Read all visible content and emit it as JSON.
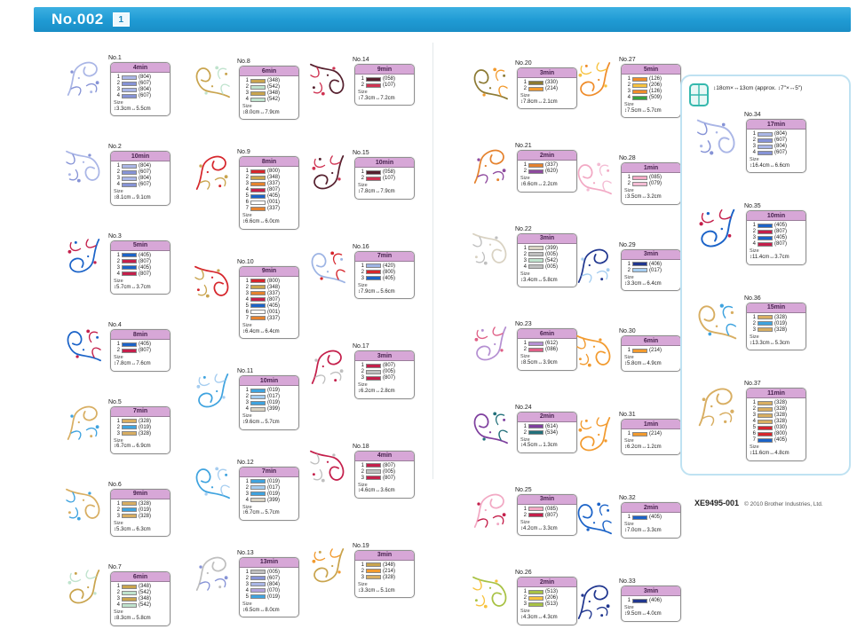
{
  "header": {
    "title": "No.002",
    "page": "1"
  },
  "footer": {
    "code": "XE9495-001",
    "copyright": "© 2010 Brother Industries, Ltd."
  },
  "labels": {
    "size": "Size"
  },
  "panel": {
    "note": "↕18cm×↔13cm (approx. ↕7\"×↔5\")",
    "frame_icon_color": "#35b8ad"
  },
  "accent_colors": {
    "header_bar": "#1f9ad3",
    "time_header": "#d7a7d7",
    "panel_border": "#bfe2f2"
  },
  "thread_colors": {
    "804": "#aab6e6",
    "607": "#8693d6",
    "405": "#1b63c8",
    "807": "#c41f4b",
    "328": "#d8ae62",
    "019": "#3fa3df",
    "017": "#a5cdf0",
    "399": "#d9d2c2",
    "348": "#c9a44e",
    "542": "#bfe3cd",
    "800": "#d6262c",
    "337": "#e5822e",
    "001": "#ffffff",
    "005": "#bfbfbf",
    "070": "#b3a2dc",
    "058": "#55202e",
    "107": "#cf3352",
    "420": "#9db4e4",
    "406": "#20368f",
    "330": "#8c7a33",
    "214": "#f29a2e",
    "620": "#8e4a9e",
    "612": "#b590d2",
    "086": "#df5f86",
    "614": "#7e3f9e",
    "534": "#22707a",
    "085": "#f2a9c4",
    "079": "#f4bcd4",
    "126": "#ef8c2a",
    "206": "#f7c33f",
    "509": "#35a13f",
    "513": "#a8c244",
    "030": "#d42430"
  },
  "designs": [
    {
      "no": "No.1",
      "col": "c1",
      "time": "4min",
      "colors": [
        "(804)",
        "(607)",
        "(804)",
        "(607)"
      ],
      "size": "↕3.3cm↔5.5cm"
    },
    {
      "no": "No.2",
      "col": "c1",
      "time": "10min",
      "colors": [
        "(804)",
        "(607)",
        "(804)",
        "(607)"
      ],
      "size": "↕8.1cm↔9.1cm"
    },
    {
      "no": "No.3",
      "col": "c1",
      "time": "5min",
      "colors": [
        "(405)",
        "(807)",
        "(405)",
        "(807)"
      ],
      "size": "↕5.7cm↔3.7cm"
    },
    {
      "no": "No.4",
      "col": "c1",
      "time": "8min",
      "colors": [
        "(405)",
        "(807)"
      ],
      "size": "↕7.8cm↔7.6cm"
    },
    {
      "no": "No.5",
      "col": "c1",
      "time": "7min",
      "colors": [
        "(328)",
        "(019)",
        "(328)"
      ],
      "size": "↕6.7cm↔6.9cm"
    },
    {
      "no": "No.6",
      "col": "c1",
      "time": "9min",
      "colors": [
        "(328)",
        "(019)",
        "(328)"
      ],
      "size": "↕5.3cm↔6.3cm"
    },
    {
      "no": "No.7",
      "col": "c1",
      "time": "6min",
      "colors": [
        "(348)",
        "(542)",
        "(348)",
        "(542)"
      ],
      "size": "↕8.3cm↔5.8cm"
    },
    {
      "no": "No.8",
      "col": "c2",
      "time": "6min",
      "colors": [
        "(348)",
        "(542)",
        "(348)",
        "(542)"
      ],
      "size": "↕8.0cm↔7.9cm"
    },
    {
      "no": "No.9",
      "col": "c2",
      "time": "8min",
      "colors": [
        "(800)",
        "(348)",
        "(337)",
        "(807)",
        "(405)",
        "(001)",
        "(337)"
      ],
      "size": "↕6.6cm↔6.0cm"
    },
    {
      "no": "No.10",
      "col": "c2",
      "time": "9min",
      "colors": [
        "(800)",
        "(348)",
        "(337)",
        "(807)",
        "(405)",
        "(001)",
        "(337)"
      ],
      "size": "↕6.4cm↔6.4cm"
    },
    {
      "no": "No.11",
      "col": "c2",
      "time": "10min",
      "colors": [
        "(019)",
        "(017)",
        "(019)",
        "(399)"
      ],
      "size": "↕9.6cm↔5.7cm"
    },
    {
      "no": "No.12",
      "col": "c2",
      "time": "7min",
      "colors": [
        "(019)",
        "(017)",
        "(019)",
        "(399)"
      ],
      "size": "↕6.7cm↔5.7cm"
    },
    {
      "no": "No.13",
      "col": "c2",
      "time": "13min",
      "colors": [
        "(005)",
        "(607)",
        "(804)",
        "(070)",
        "(019)"
      ],
      "size": "↕6.5cm↔8.0cm"
    },
    {
      "no": "No.14",
      "col": "c3",
      "time": "9min",
      "colors": [
        "(058)",
        "(107)"
      ],
      "size": "↕7.3cm↔7.2cm"
    },
    {
      "no": "No.15",
      "col": "c3",
      "time": "10min",
      "colors": [
        "(058)",
        "(107)"
      ],
      "size": "↕7.8cm↔7.9cm"
    },
    {
      "no": "No.16",
      "col": "c3",
      "time": "7min",
      "colors": [
        "(420)",
        "(800)",
        "(405)"
      ],
      "size": "↕7.9cm↔5.6cm"
    },
    {
      "no": "No.17",
      "col": "c3",
      "time": "3min",
      "colors": [
        "(807)",
        "(005)",
        "(807)"
      ],
      "size": "↕6.2cm↔2.8cm"
    },
    {
      "no": "No.18",
      "col": "c3",
      "time": "4min",
      "colors": [
        "(807)",
        "(005)",
        "(807)"
      ],
      "size": "↕4.6cm↔3.6cm"
    },
    {
      "no": "No.19",
      "col": "c3",
      "time": "3min",
      "colors": [
        "(348)",
        "(214)",
        "(328)"
      ],
      "size": "↕3.3cm↔5.1cm"
    },
    {
      "no": "No.20",
      "col": "c4",
      "time": "3min",
      "colors": [
        "(330)",
        "(214)"
      ],
      "size": "↕7.8cm↔2.1cm"
    },
    {
      "no": "No.21",
      "col": "c4",
      "time": "2min",
      "colors": [
        "(337)",
        "(620)"
      ],
      "size": "↕6.6cm↔2.2cm"
    },
    {
      "no": "No.22",
      "col": "c4",
      "time": "3min",
      "colors": [
        "(399)",
        "(005)",
        "(542)",
        "(005)"
      ],
      "size": "↕3.4cm↔5.8cm"
    },
    {
      "no": "No.23",
      "col": "c4",
      "time": "6min",
      "colors": [
        "(612)",
        "(086)"
      ],
      "size": "↕8.5cm↔3.9cm"
    },
    {
      "no": "No.24",
      "col": "c4",
      "time": "2min",
      "colors": [
        "(614)",
        "(534)"
      ],
      "size": "↕4.5cm↔1.3cm"
    },
    {
      "no": "No.25",
      "col": "c4",
      "time": "3min",
      "colors": [
        "(085)",
        "(807)"
      ],
      "size": "↕4.2cm↔3.3cm"
    },
    {
      "no": "No.26",
      "col": "c4",
      "time": "2min",
      "colors": [
        "(513)",
        "(206)",
        "(513)"
      ],
      "size": "↕4.3cm↔4.3cm"
    },
    {
      "no": "No.27",
      "col": "c5",
      "time": "5min",
      "colors": [
        "(126)",
        "(206)",
        "(126)",
        "(509)"
      ],
      "size": "↕7.5cm↔5.7cm"
    },
    {
      "no": "No.28",
      "col": "c5",
      "time": "1min",
      "colors": [
        "(085)",
        "(079)"
      ],
      "size": "↕3.5cm↔3.2cm"
    },
    {
      "no": "No.29",
      "col": "c5",
      "time": "3min",
      "colors": [
        "(406)",
        "(017)"
      ],
      "size": "↕3.3cm↔6.4cm"
    },
    {
      "no": "No.30",
      "col": "c5",
      "time": "6min",
      "colors": [
        "(214)"
      ],
      "size": "↕5.8cm↔4.9cm"
    },
    {
      "no": "No.31",
      "col": "c5",
      "time": "1min",
      "colors": [
        "(214)"
      ],
      "size": "↕6.2cm↔1.2cm"
    },
    {
      "no": "No.32",
      "col": "c5",
      "time": "2min",
      "colors": [
        "(405)"
      ],
      "size": "↕7.0cm↔3.3cm"
    },
    {
      "no": "No.33",
      "col": "c5",
      "time": "3min",
      "colors": [
        "(406)"
      ],
      "size": "↕9.5cm↔4.0cm"
    },
    {
      "no": "No.34",
      "col": "panel",
      "time": "17min",
      "colors": [
        "(804)",
        "(607)",
        "(804)",
        "(607)"
      ],
      "size": "↕16.4cm↔6.6cm"
    },
    {
      "no": "No.35",
      "col": "panel",
      "time": "10min",
      "colors": [
        "(405)",
        "(807)",
        "(405)",
        "(807)"
      ],
      "size": "↕11.4cm↔3.7cm"
    },
    {
      "no": "No.36",
      "col": "panel",
      "time": "15min",
      "colors": [
        "(328)",
        "(019)",
        "(328)"
      ],
      "size": "↕13.3cm↔5.3cm"
    },
    {
      "no": "No.37",
      "col": "panel",
      "time": "11min",
      "colors": [
        "(328)",
        "(328)",
        "(328)",
        "(328)",
        "(030)",
        "(800)",
        "(405)"
      ],
      "size": "↕11.6cm↔4.8cm"
    }
  ]
}
